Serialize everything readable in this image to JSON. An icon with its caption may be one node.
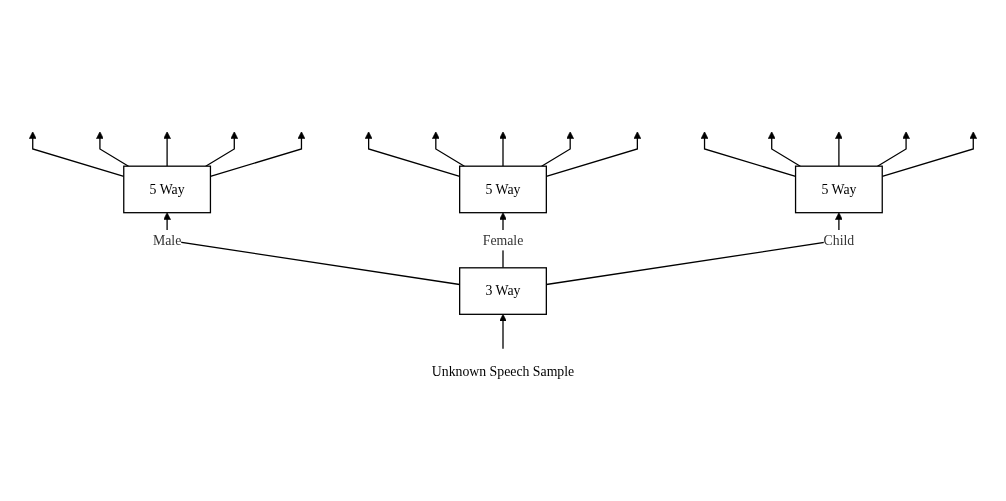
{
  "diagram": {
    "nodes": [
      {
        "text": [
          "5 Way"
        ]
      },
      {
        "text": [
          "5 Way"
        ]
      },
      {
        "text": [
          "5 Way"
        ]
      },
      {
        "text": [
          "3 Way"
        ]
      },
      {
        "text": [
          "Unknown Speech Sample"
        ]
      }
    ],
    "edges": [
      {
        "from": 3,
        "to": 0,
        "arrow": "to",
        "label": "Male"
      },
      {
        "from": 3,
        "to": 1,
        "arrow": "to",
        "label": "Female"
      },
      {
        "from": 3,
        "to": 2,
        "arrow": "to",
        "label": "Child"
      },
      {
        "from": 4,
        "to": 3,
        "arrow": "to"
      },
      {
        "from": 0,
        "to": null,
        "arrow": "to"
      },
      {
        "from": 0,
        "to": null,
        "arrow": "to"
      },
      {
        "from": 0,
        "to": null,
        "arrow": "to"
      },
      {
        "from": 0,
        "to": null,
        "arrow": "to"
      },
      {
        "from": 0,
        "to": null,
        "arrow": "to"
      },
      {
        "from": 1,
        "to": null,
        "arrow": "to"
      },
      {
        "from": 1,
        "to": null,
        "arrow": "to"
      },
      {
        "from": 1,
        "to": null,
        "arrow": "to"
      },
      {
        "from": 1,
        "to": null,
        "arrow": "to"
      },
      {
        "from": 1,
        "to": null,
        "arrow": "to"
      },
      {
        "from": 2,
        "to": null,
        "arrow": "to"
      },
      {
        "from": 2,
        "to": null,
        "arrow": "to"
      },
      {
        "from": 2,
        "to": null,
        "arrow": "to"
      },
      {
        "from": 2,
        "to": null,
        "arrow": "to"
      },
      {
        "from": 2,
        "to": null,
        "arrow": "to"
      }
    ]
  }
}
